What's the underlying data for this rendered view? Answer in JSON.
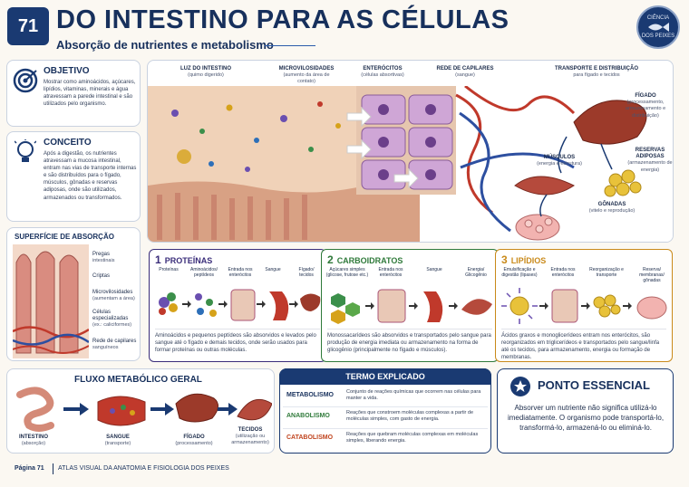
{
  "header": {
    "page_number": "71",
    "title": "DO INTESTINO PARA AS CÉLULAS",
    "subtitle": "Absorção de nutrientes e metabolismo",
    "seal_top": "CIÊNCIA",
    "seal_bottom": "DOS PEIXES"
  },
  "objective": {
    "title": "OBJETIVO",
    "text": "Mostrar como aminoácidos, açúcares, lipídios, vitaminas, minerais e água atravessam a parede intestinal e são utilizados pelo organismo."
  },
  "concept": {
    "title": "CONCEITO",
    "text": "Após a digestão, os nutrientes atravessam a mucosa intestinal, entram nas vias de transporte internas e são distribuídos para o fígado, músculos, gônadas e reservas adiposas, onde são utilizados, armazenados ou transformados."
  },
  "surface": {
    "title": "SUPERFÍCIE DE ABSORÇÃO",
    "labels": [
      {
        "name": "Pregas",
        "sub": "intestinais"
      },
      {
        "name": "Criptas",
        "sub": ""
      },
      {
        "name": "Microvilosidades",
        "sub": "(aumentam a área)"
      },
      {
        "name": "Células especializadas",
        "sub": "(ex.: caliciformes)"
      },
      {
        "name": "Rede de capilares",
        "sub": "sanguíneos"
      }
    ]
  },
  "main": {
    "labels": {
      "lumen": "LUZ DO INTESTINO",
      "lumen_sub": "(quimo digerido)",
      "microvilli": "MICROVILOSIDADES",
      "microvilli_sub": "(aumento da área de contato)",
      "enterocytes": "ENTERÓCITOS",
      "enterocytes_sub": "(células absortivas)",
      "capillaries": "REDE DE CAPILARES",
      "capillaries_sub": "(sangue)",
      "transport": "TRANSPORTE E DISTRIBUIÇÃO",
      "transport_sub": "para fígado e tecidos",
      "liver": "FÍGADO",
      "liver_sub": "(processamento, armazenamento e distribuição)",
      "muscles": "MÚSCULOS",
      "muscles_sub": "(energia e estrutura)",
      "fat": "RESERVAS ADIPOSAS",
      "fat_sub": "(armazenamento de energia)",
      "gonads": "GÔNADAS",
      "gonads_sub": "(vitelo e reprodução)"
    }
  },
  "nutrients": [
    {
      "number": "1",
      "title": "PROTEÍNAS",
      "color": "#3a2d7a",
      "steps": [
        "Proteínas",
        "Aminoácidos/ peptídeos",
        "Entrada nos enterócitos",
        "Sangue",
        "Fígado/ tecidos"
      ],
      "text": "Aminoácidos e pequenos peptídeos são absorvidos e levados pelo sangue até o fígado e demais tecidos, onde serão usados para formar proteínas ou outras moléculas."
    },
    {
      "number": "2",
      "title": "CARBOIDRATOS",
      "color": "#2f7a3a",
      "steps": [
        "Açúcares simples (glicose, frutose etc.)",
        "Entrada nos enterócitos",
        "Sangue",
        "Energia/ Glicogênio"
      ],
      "text": "Monossacarídeos são absorvidos e transportados pelo sangue para produção de energia imediata ou armazenamento na forma de glicogênio (principalmente no fígado e músculos)."
    },
    {
      "number": "3",
      "title": "LIPÍDIOS",
      "color": "#c98a1a",
      "steps": [
        "Emulsificação e digestão (lipases)",
        "Entrada nos enterócitos",
        "Reorganização e transporte",
        "Reserva/ membranas/ gônadas"
      ],
      "text": "Ácidos graxos e monoglicerídeos entram nos enterócitos, são reorganizados em triglicerídeos e transportados pelo sangue/linfa até os tecidos, para armazenamento, energia ou formação de membranas."
    }
  ],
  "flow": {
    "title": "FLUXO METABÓLICO GERAL",
    "steps": [
      {
        "name": "INTESTINO",
        "sub": "(absorção)"
      },
      {
        "name": "SANGUE",
        "sub": "(transporte)"
      },
      {
        "name": "FÍGADO",
        "sub": "(processamento)"
      },
      {
        "name": "TECIDOS",
        "sub": "(utilização ou armazenamento)"
      }
    ]
  },
  "terms": {
    "title": "TERMO EXPLICADO",
    "rows": [
      {
        "term": "METABOLISMO",
        "color": "#17305c",
        "def": "Conjunto de reações químicas que ocorrem nas células para manter a vida."
      },
      {
        "term": "ANABOLISMO",
        "color": "#2f7a3a",
        "def": "Reações que constroem moléculas complexas a partir de moléculas simples, com gasto de energia."
      },
      {
        "term": "CATABOLISMO",
        "color": "#c0441e",
        "def": "Reações que quebram moléculas complexas em moléculas simples, liberando energia."
      }
    ]
  },
  "essential": {
    "title": "PONTO ESSENCIAL",
    "text": "Absorver um nutriente não significa utilizá-lo imediatamente. O organismo pode transportá-lo, transformá-lo, armazená-lo ou eliminá-lo."
  },
  "footer": {
    "page": "Página 71",
    "book": "ATLAS VISUAL DA ANATOMIA E FISIOLOGIA DOS PEIXES"
  }
}
